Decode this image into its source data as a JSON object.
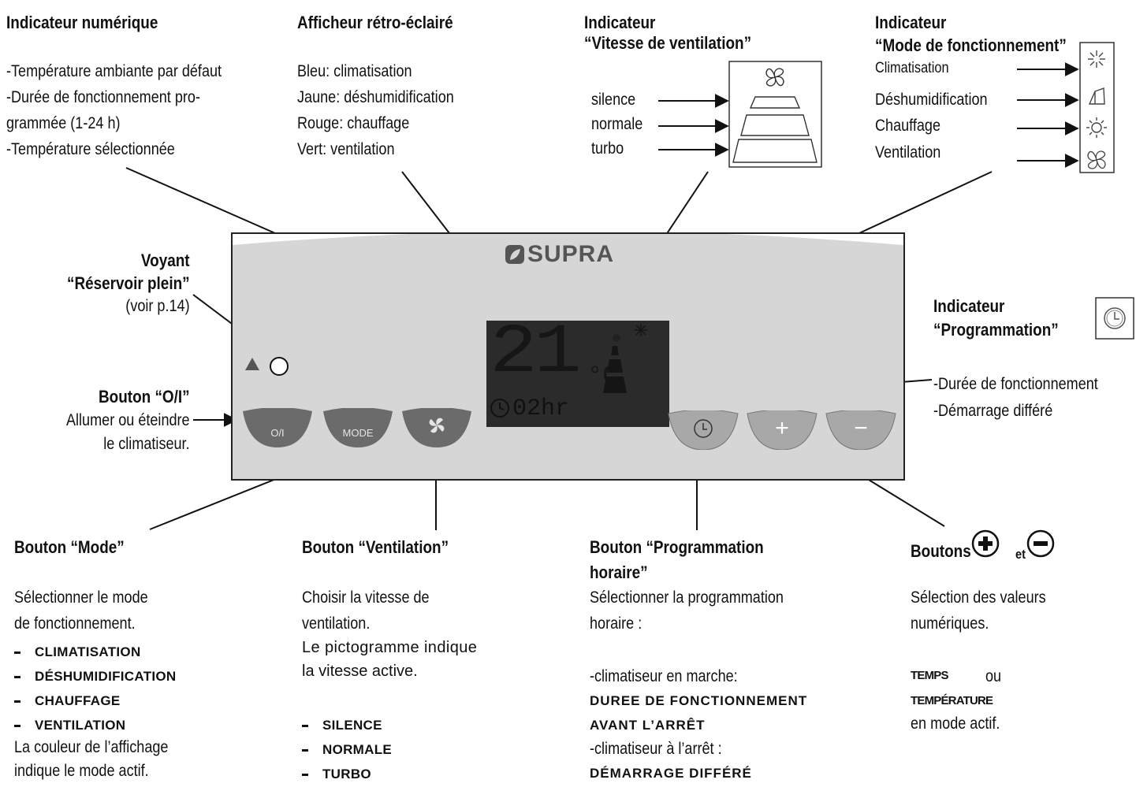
{
  "brand": "SUPRA",
  "lcd": {
    "temp_digits": "21",
    "unit": "°C",
    "timer": "02hr"
  },
  "top": {
    "numeric": {
      "title": "Indicateur numérique",
      "lines": [
        "-Température ambiante par défaut",
        "-Durée de fonctionnement pro-",
        "grammée (1-24 h)",
        "-Température sélectionnée"
      ]
    },
    "backlit": {
      "title": "Afficheur rétro-éclairé",
      "lines": [
        "Bleu: climatisation",
        "Jaune: déshumidification",
        "Rouge: chauffage",
        "Vert: ventilation"
      ]
    },
    "fan_speed": {
      "title1": "Indicateur",
      "title2": "“Vitesse de ventilation”",
      "levels": [
        "silence",
        "normale",
        "turbo"
      ]
    },
    "mode": {
      "title1": "Indicateur",
      "title2": "“Mode de fonctionnement”",
      "items": [
        "Climatisation",
        "Déshumidification",
        "Chauffage",
        "Ventilation"
      ]
    }
  },
  "left": {
    "tank": {
      "l1": "Voyant",
      "l2": "“Réservoir plein”",
      "l3": "(voir p.14)"
    },
    "onoff": {
      "title": "Bouton “O/I”",
      "l1": "Allumer ou éteindre",
      "l2": "le climatiseur."
    }
  },
  "right": {
    "prog": {
      "title1": "Indicateur",
      "title2": "“Programmation”",
      "l1": "-Durée de fonctionnement",
      "l2": "-Démarrage différé"
    }
  },
  "buttons": {
    "onoff": "O/I",
    "mode": "MODE",
    "plus": "+",
    "minus": "−"
  },
  "bottom": {
    "mode": {
      "title": "Bouton “Mode”",
      "l1": "Sélectionner le mode",
      "l2": "de fonctionnement.",
      "items": [
        "CLIMATISATION",
        "DÉSHUMIDIFICATION",
        "CHAUFFAGE",
        "VENTILATION"
      ],
      "l3": "La couleur de l’affichage",
      "l4": "indique le mode actif."
    },
    "fan": {
      "title": "Bouton “Ventilation”",
      "l1": "Choisir la vitesse de",
      "l2": "ventilation.",
      "l3": "Le pictogramme indique",
      "l4": "la vitesse active.",
      "items": [
        "SILENCE",
        "NORMALE",
        "TURBO"
      ]
    },
    "prog": {
      "title1": "Bouton “Programmation",
      "title2": "horaire”",
      "l1": "Sélectionner la programmation",
      "l2": "horaire :",
      "l3": "-climatiseur en marche:",
      "c1": "DUREE DE FONCTIONNEMENT",
      "c2": "AVANT L’ARRÊT",
      "l4": "-climatiseur à l’arrêt :",
      "c3": "DÉMARRAGE DIFFÉRÉ"
    },
    "plusminus": {
      "title1": "Boutons",
      "title2": "et",
      "l1": "Sélection des valeurs",
      "l2": "numériques.",
      "w1": "TEMPS",
      "w2": "ou",
      "w3": "TEMPÉRATURE",
      "l3": "en mode actif."
    }
  }
}
